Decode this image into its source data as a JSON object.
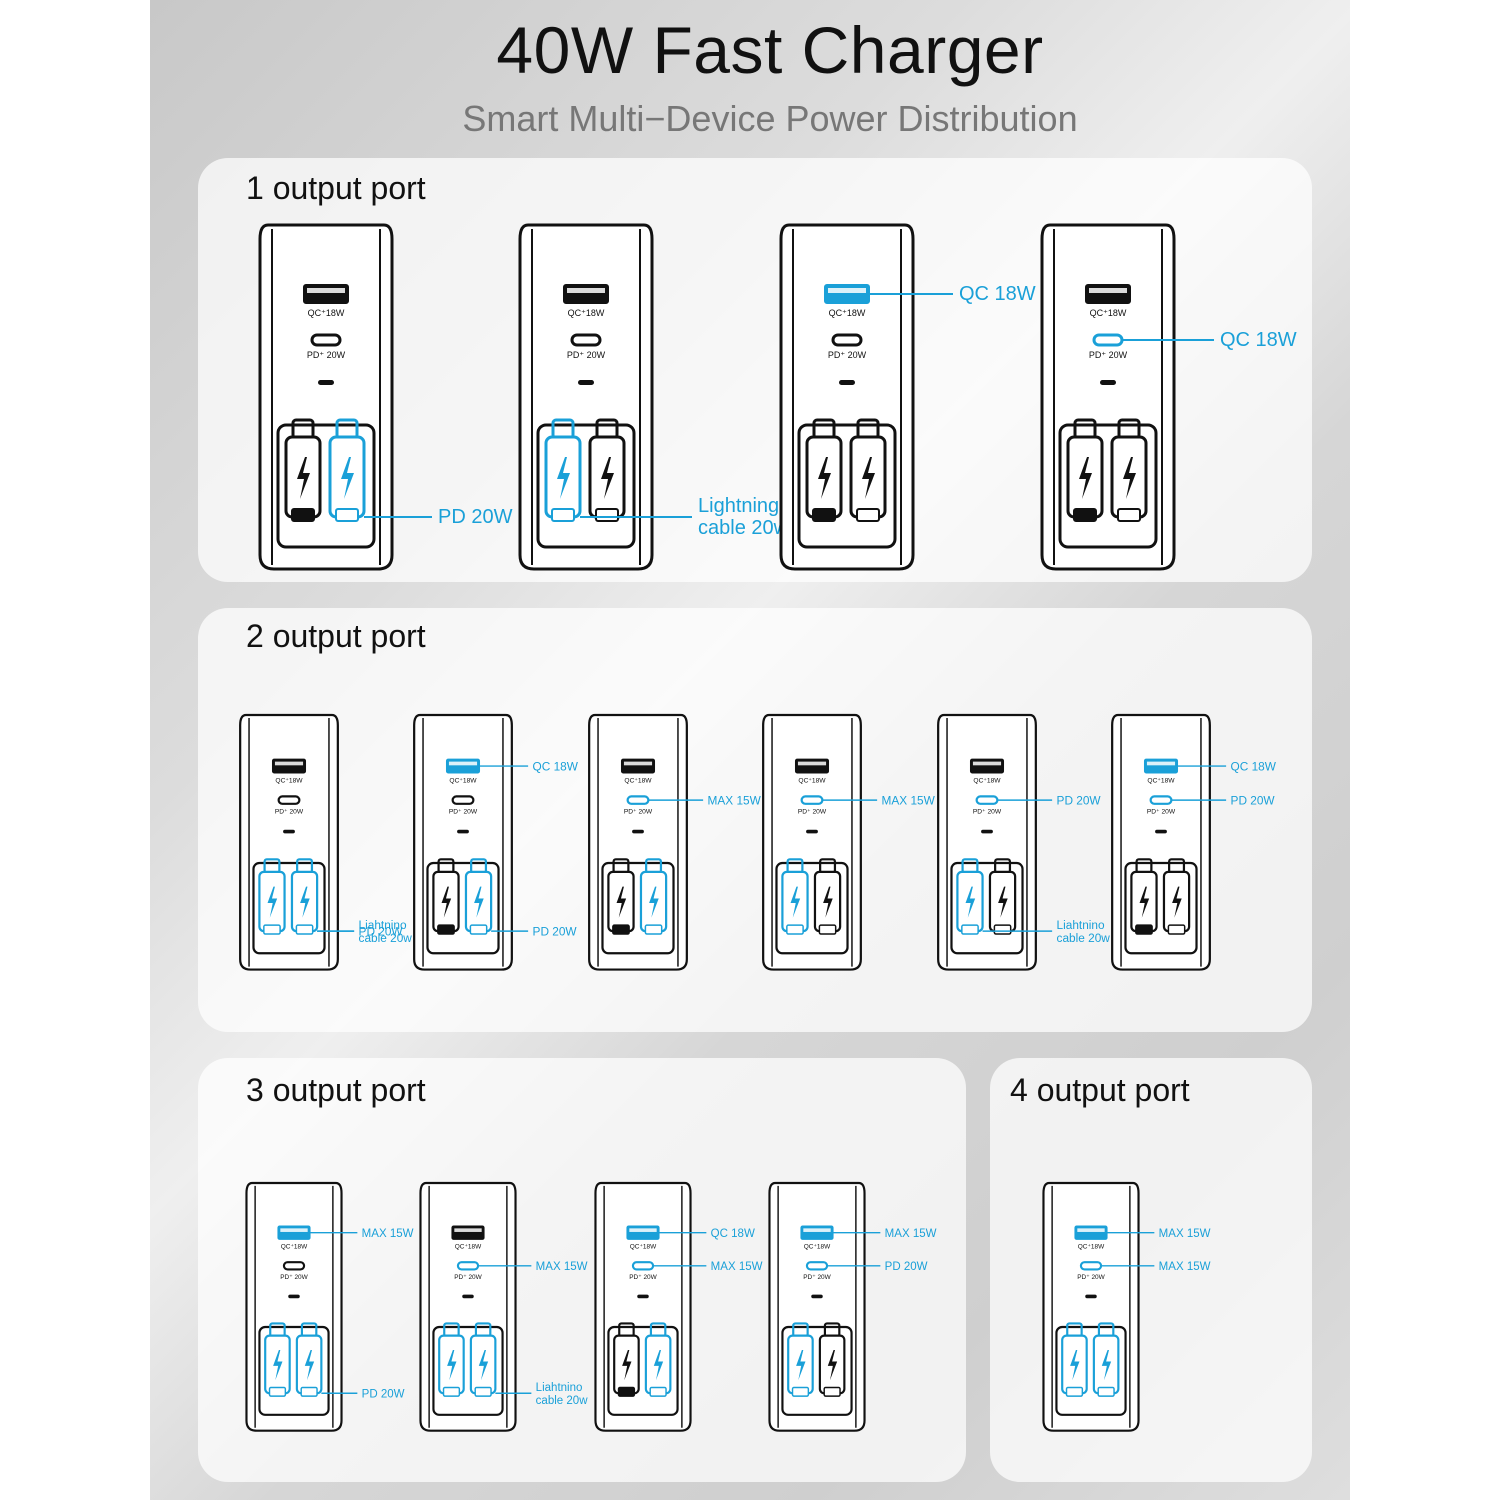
{
  "header": {
    "title": "40W Fast Charger",
    "subtitle": "Smart Multi−Device Power Distribution"
  },
  "colors": {
    "accent": "#1aa0d8",
    "outline": "#111111",
    "panel": "#ffffff"
  },
  "port_labels": {
    "usb_a": "QC⁺18W",
    "usb_c": "PD⁺ 20W"
  },
  "sections": [
    {
      "title": "1 output port",
      "chargers": [
        {
          "a": false,
          "c": false,
          "left_cable": false,
          "right_cable": true,
          "callouts": [
            {
              "text": [
                "PD 20W"
              ]
            }
          ]
        },
        {
          "a": false,
          "c": false,
          "left_cable": true,
          "right_cable": false,
          "callouts": [
            {
              "text": [
                "Lightning",
                "cable 20w"
              ]
            }
          ]
        },
        {
          "a": true,
          "c": false,
          "left_cable": false,
          "right_cable": false,
          "callouts": [
            {
              "text": [
                "QC 18W"
              ]
            }
          ]
        },
        {
          "a": false,
          "c": true,
          "left_cable": false,
          "right_cable": false,
          "callouts": [
            {
              "text": [
                "QC 18W"
              ]
            }
          ]
        }
      ]
    },
    {
      "title": "2 output port",
      "chargers": [
        {
          "a": false,
          "c": false,
          "left_cable": true,
          "right_cable": true,
          "callouts": [
            {
              "text": [
                "Liahtnino",
                "cable 20w"
              ]
            },
            {
              "text": [
                "PD 20W"
              ]
            }
          ]
        },
        {
          "a": true,
          "c": false,
          "left_cable": false,
          "right_cable": true,
          "callouts": [
            {
              "text": [
                "QC 18W"
              ]
            },
            {
              "text": [
                "PD 20W"
              ]
            }
          ]
        },
        {
          "a": false,
          "c": true,
          "left_cable": false,
          "right_cable": true,
          "callouts": [
            {
              "text": [
                "MAX 15W"
              ]
            }
          ]
        },
        {
          "a": false,
          "c": true,
          "left_cable": true,
          "right_cable": false,
          "callouts": [
            {
              "text": [
                "MAX 15W"
              ]
            }
          ]
        },
        {
          "a": false,
          "c": true,
          "left_cable": true,
          "right_cable": false,
          "callouts": [
            {
              "text": [
                "PD 20W"
              ]
            },
            {
              "text": [
                "Liahtnino",
                "cable 20w"
              ]
            }
          ]
        },
        {
          "a": true,
          "c": true,
          "left_cable": false,
          "right_cable": false,
          "callouts": [
            {
              "text": [
                "QC 18W"
              ]
            },
            {
              "text": [
                "PD 20W"
              ]
            }
          ]
        }
      ]
    },
    {
      "title": "3 output port",
      "chargers": [
        {
          "a": true,
          "c": false,
          "left_cable": true,
          "right_cable": true,
          "callouts": [
            {
              "text": [
                "MAX 15W"
              ]
            },
            {
              "text": [
                "PD 20W"
              ]
            }
          ]
        },
        {
          "a": false,
          "c": true,
          "left_cable": true,
          "right_cable": true,
          "callouts": [
            {
              "text": [
                "MAX 15W"
              ]
            },
            {
              "text": [
                "Liahtnino",
                "cable 20w"
              ]
            }
          ]
        },
        {
          "a": true,
          "c": true,
          "left_cable": false,
          "right_cable": true,
          "callouts": [
            {
              "text": [
                "QC 18W"
              ]
            },
            {
              "text": [
                "MAX 15W"
              ]
            }
          ]
        },
        {
          "a": true,
          "c": true,
          "left_cable": true,
          "right_cable": false,
          "callouts": [
            {
              "text": [
                "MAX 15W"
              ]
            },
            {
              "text": [
                "PD 20W"
              ]
            }
          ]
        }
      ]
    },
    {
      "title": "4 output port",
      "chargers": [
        {
          "a": true,
          "c": true,
          "left_cable": true,
          "right_cable": true,
          "callouts": [
            {
              "text": [
                "MAX 15W"
              ]
            },
            {
              "text": [
                "MAX 15W"
              ]
            }
          ]
        }
      ]
    }
  ]
}
